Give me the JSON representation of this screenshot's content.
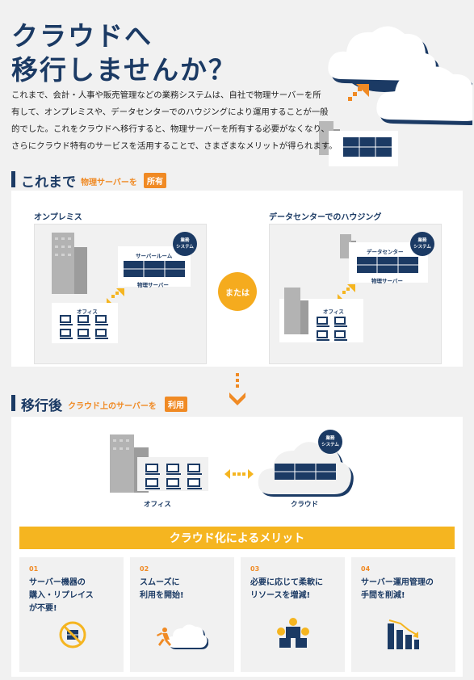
{
  "hero": {
    "title_line1": "クラウドへ",
    "title_line2": "移行しませんか？",
    "intro_lines": [
      "これまで、会計・人事や販売管理などの業務システムは、自社で物理サーバーを所",
      "有して、オンプレミスや、データセンターでのハウジングにより運用することが一般",
      "的でした。これをクラウドへ移行すると、物理サーバーを所有する必要がなくなり、",
      "さらにクラウド特有のサービスを活用することで、さまざまなメリットが得られます。"
    ]
  },
  "before": {
    "heading": "これまで",
    "sub": "物理サーバーを",
    "tag": "所有",
    "onprem": {
      "label": "オンプレミス",
      "server_room": "サーバールーム",
      "physical_server": "物理サーバー",
      "office": "オフィス",
      "badge_line1": "業務",
      "badge_line2": "システム"
    },
    "or_label": "または",
    "datacenter": {
      "label": "データセンターでのハウジング",
      "dc": "データセンター",
      "physical_server": "物理サーバー",
      "office": "オフィス",
      "badge_line1": "業務",
      "badge_line2": "システム"
    }
  },
  "after": {
    "heading": "移行後",
    "sub": "クラウド上のサーバーを",
    "tag": "利用",
    "office": "オフィス",
    "cloud": "クラウド",
    "badge_line1": "業務",
    "badge_line2": "システム"
  },
  "merits": {
    "heading": "クラウド化によるメリット",
    "items": [
      {
        "num": "01",
        "line1": "サーバー機器の",
        "line2": "購入・リプレイス",
        "line3": "が不要!",
        "icon": "no-server-icon"
      },
      {
        "num": "02",
        "line1": "スムーズに",
        "line2": "利用を開始!",
        "line3": "",
        "icon": "running-cloud-icon"
      },
      {
        "num": "03",
        "line1": "必要に応じて柔軟に",
        "line2": "リソースを増減!",
        "line3": "",
        "icon": "resource-boxes-icon"
      },
      {
        "num": "04",
        "line1": "サーバー運用管理の",
        "line2": "手間を削減!",
        "line3": "",
        "icon": "downward-chart-icon"
      }
    ]
  },
  "colors": {
    "navy": "#1b3a64",
    "orange": "#f08a24",
    "yellow": "#f5b520",
    "background": "#f1f1f1"
  }
}
